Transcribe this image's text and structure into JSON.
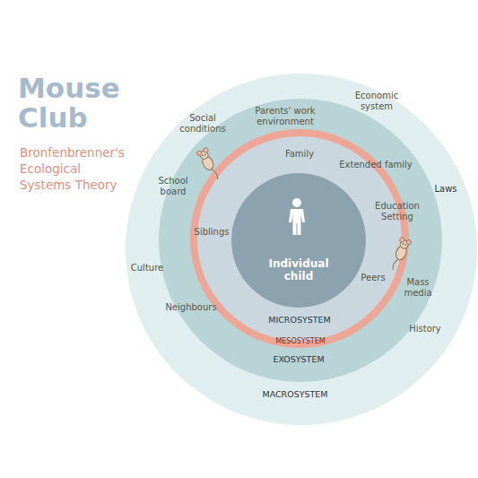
{
  "diagram": {
    "title": "Bronfenbrenner's Ecological Systems Theory",
    "nodes": [
      {
        "text": [
          "MACROSYSTEM",
          "Economic system",
          "Laws",
          "Social conditions",
          "Culture",
          "History"
        ]
      },
      {
        "text": [
          "EXOSYSTEM",
          "Parents' work environment",
          "School board",
          "Neighbours",
          "Mass media"
        ],
        "in": 0
      },
      {
        "text": [
          "MESOSYSTEM"
        ],
        "in": 1
      },
      {
        "text": [
          "MICROSYSTEM",
          "Family",
          "Extended family",
          "Education Setting",
          "Peers",
          "Siblings"
        ],
        "in": 2
      },
      {
        "text": [
          "Individual child"
        ],
        "in": 3
      }
    ],
    "labels": [
      "Mouse Club"
    ]
  }
}
